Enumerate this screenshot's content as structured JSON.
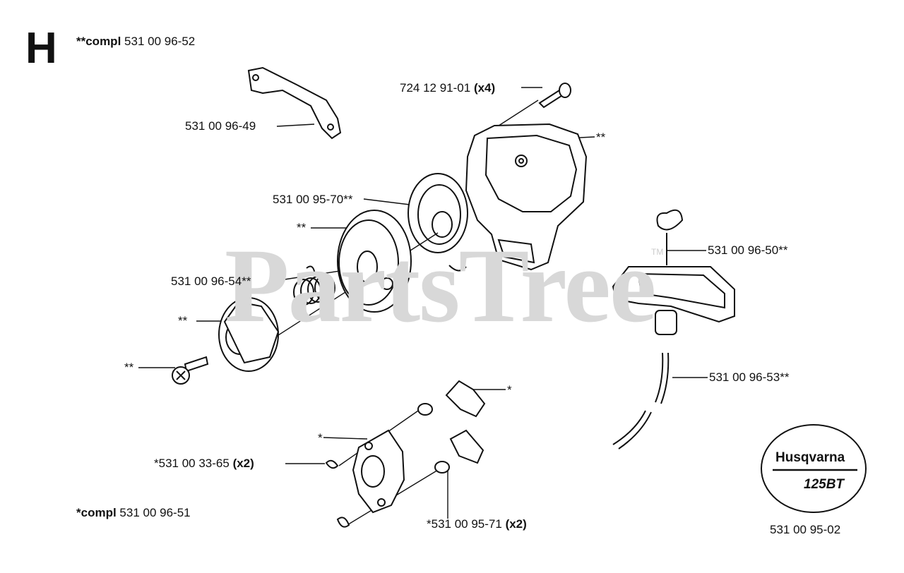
{
  "diagram": {
    "section_letter": "H",
    "watermark": "PartsTree",
    "watermark_tm": "TM",
    "labels": {
      "compl_main_prefix": "**compl",
      "compl_main_num": "531 00 96-52",
      "part_49": "531 00 96-49",
      "screw_num": "724 12 91-01",
      "screw_qty": "(x4)",
      "housing_mark": "**",
      "part_70": "531 00 95-70**",
      "pulley_mark": "**",
      "part_54": "531 00 96-54**",
      "hub_mark": "**",
      "bolt_mark": "**",
      "part_50": "531 00 96-50**",
      "part_53": "531 00 96-53**",
      "pawl_mark": "*",
      "plate_mark": "*",
      "part_3365_num": "*531 00 33-65",
      "part_3365_qty": "(x2)",
      "compl_sub_prefix": "*compl",
      "compl_sub_num": "531 00 96-51",
      "part_9571_num": "*531 00 95-71",
      "part_9571_qty": "(x2)",
      "drawing_num": "531 00 95-02"
    },
    "logo": {
      "brand": "Husqvarna",
      "model": "125BT"
    }
  }
}
